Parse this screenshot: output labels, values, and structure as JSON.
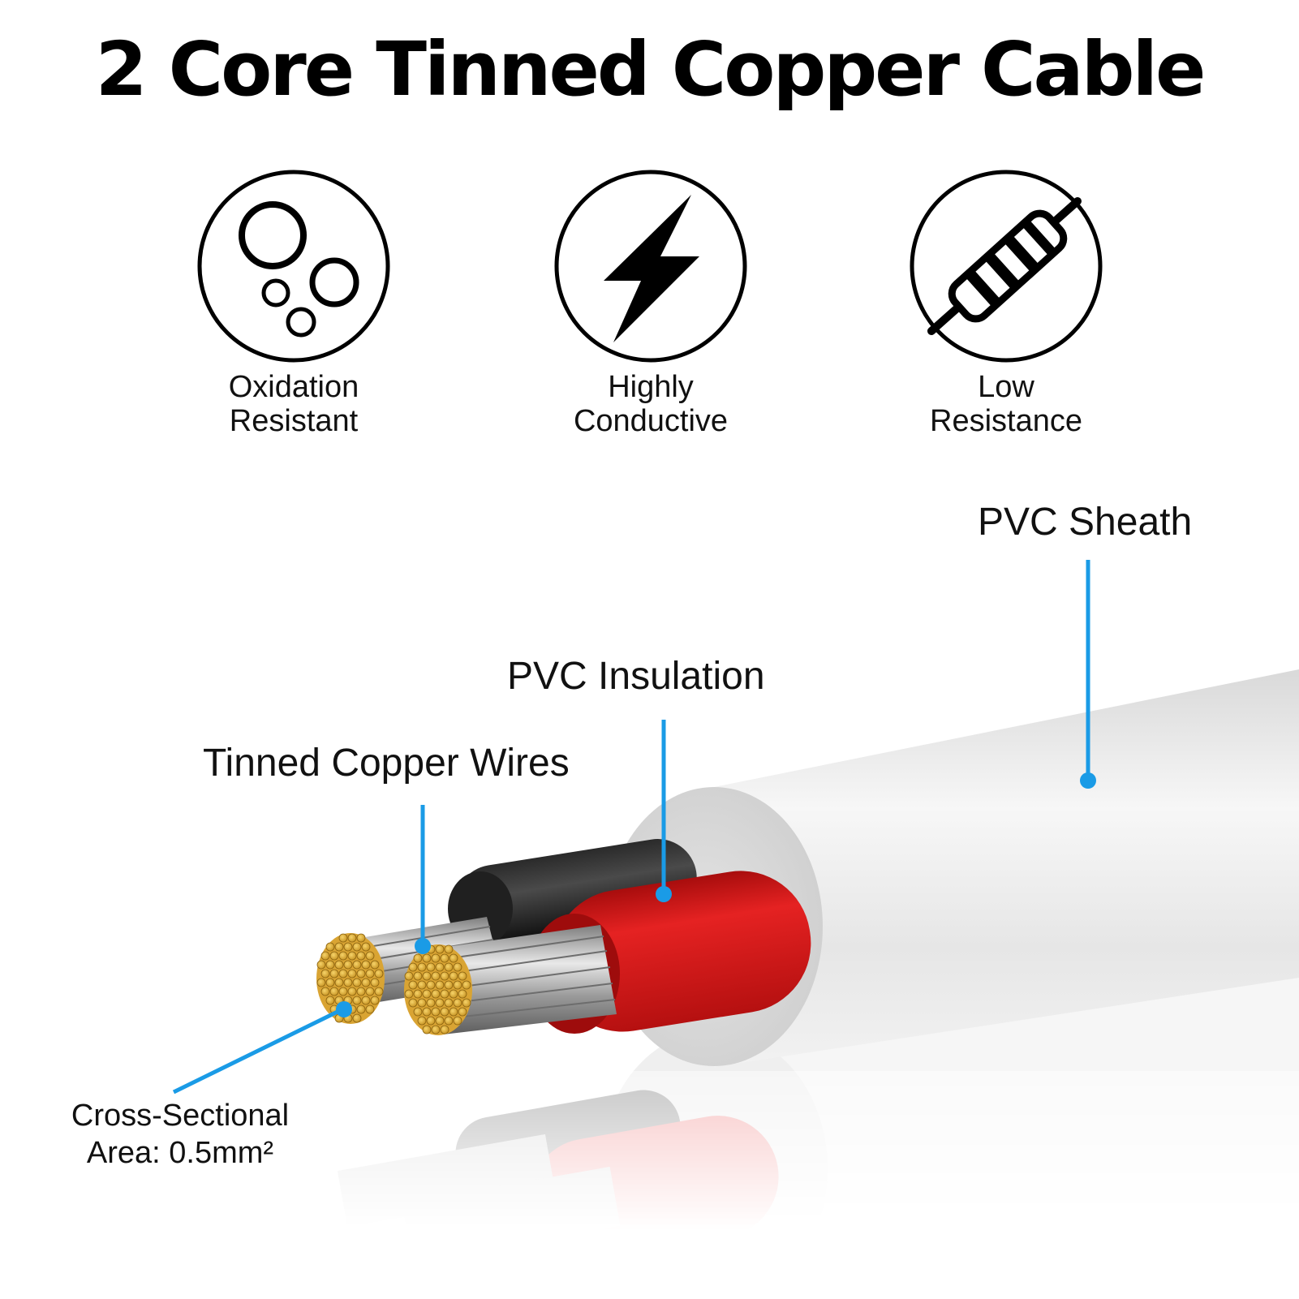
{
  "title": "2 Core Tinned Copper Cable",
  "features": [
    {
      "icon": "bubbles-icon",
      "line1": "Oxidation",
      "line2": "Resistant"
    },
    {
      "icon": "lightning-bolt-icon",
      "line1": "Highly",
      "line2": "Conductive"
    },
    {
      "icon": "resistor-icon",
      "line1": "Low",
      "line2": "Resistance"
    }
  ],
  "callouts": {
    "sheath": "PVC Sheath",
    "insulation": "PVC Insulation",
    "wires": "Tinned Copper Wires",
    "area_line1": "Cross-Sectional",
    "area_line2": "Area: 0.5mm²"
  },
  "colors": {
    "leader": "#1a9be6",
    "sheath": "#e8e8e8",
    "insulation_red": "#d81818",
    "insulation_black": "#1c1c1c",
    "copper": "#e0b23a"
  }
}
